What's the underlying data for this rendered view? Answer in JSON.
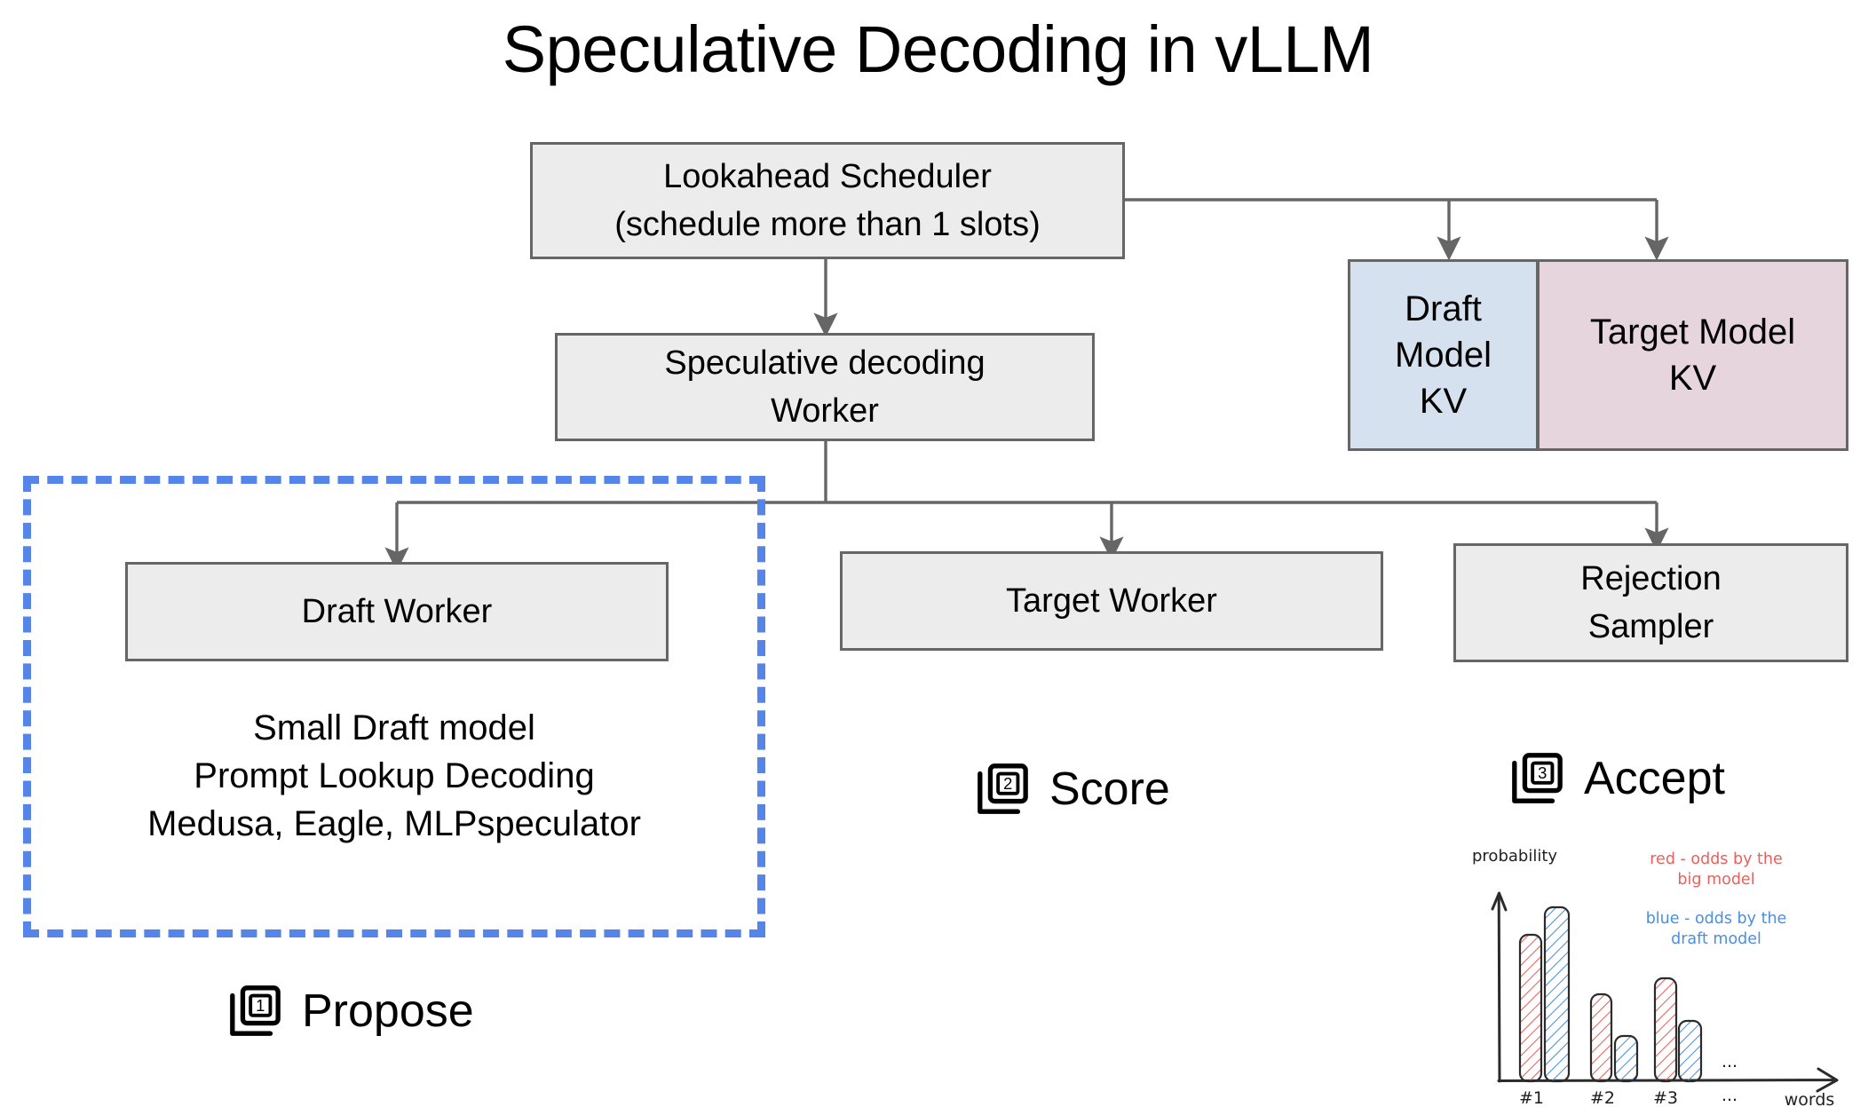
{
  "title": "Speculative Decoding in vLLM",
  "nodes": {
    "scheduler": "Lookahead Scheduler\n(schedule more than 1 slots)",
    "spec_worker": "Speculative decoding\nWorker",
    "draft_worker": "Draft Worker",
    "target_worker": "Target Worker",
    "rejection_sampler": "Rejection\nSampler",
    "draft_kv": "Draft\nModel\nKV",
    "target_kv": "Target Model\nKV"
  },
  "draft_notes": "Small Draft model\nPrompt Lookup Decoding\nMedusa, Eagle, MLPspeculator",
  "steps": [
    {
      "number": "1",
      "label": "Propose"
    },
    {
      "number": "2",
      "label": "Score"
    },
    {
      "number": "3",
      "label": "Accept"
    }
  ],
  "colors": {
    "box_fill": "#ececec",
    "box_stroke": "#666666",
    "draft_kv_fill": "#d6e1ef",
    "target_kv_fill": "#e7d5de",
    "dashed_accent": "#5585e8",
    "chart_red": "#e8615c",
    "chart_blue": "#4a8fe0",
    "ink": "#2b2b2b"
  },
  "chart_data": {
    "type": "bar",
    "title": "",
    "xlabel": "words",
    "ylabel": "probability",
    "categories": [
      "#1",
      "#2",
      "#3",
      "..."
    ],
    "grid": false,
    "legend_position": "top-right",
    "ylim": [
      0,
      1
    ],
    "series": [
      {
        "name": "red - odds by the big model",
        "color": "#e8615c",
        "values": [
          0.82,
          0.5,
          0.6
        ]
      },
      {
        "name": "blue - odds by the draft model",
        "color": "#4a8fe0",
        "values": [
          0.92,
          0.26,
          0.35
        ]
      }
    ],
    "legend": [
      "red - odds by the\nbig model",
      "blue - odds by the\ndraft model"
    ],
    "annotations": [
      "...",
      "..."
    ]
  }
}
